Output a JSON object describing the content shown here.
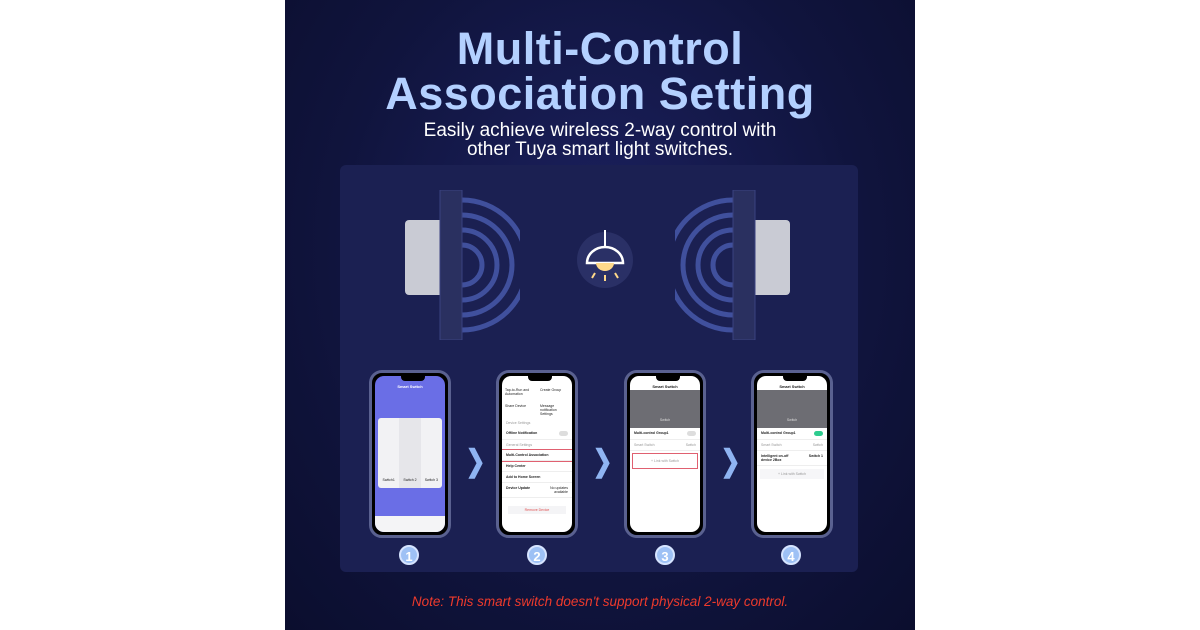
{
  "title_line1": "Multi-Control",
  "title_line2": "Association Setting",
  "subtitle_line1": "Easily achieve wireless 2-way control with",
  "subtitle_line2": "other Tuya smart light switches.",
  "steps": [
    "1",
    "2",
    "3",
    "4"
  ],
  "phone1": {
    "title": "Smart Switch",
    "gangs": [
      "Switch1",
      "Switch 2",
      "Switch 3"
    ]
  },
  "phone2": {
    "items": [
      "Tap-to-Run and Automation",
      "Create Group",
      "Share Device",
      "Message notification Settings"
    ],
    "section1": "Device Settings",
    "offline": "Offline Notification",
    "section2": "General Settings",
    "multi": "Multi-Control Association",
    "help": "Help Center",
    "home": "Add to Home Screen",
    "update": "Device Update",
    "update_status": "No updates available",
    "remove": "Remove Device"
  },
  "phone3": {
    "title": "Smart Switch",
    "device": "Switch",
    "group": "Multi-control Group1",
    "member": "Smart Switch",
    "member_val": "Switch",
    "link": "+ Link with Switch"
  },
  "phone4": {
    "title": "Smart Switch",
    "device": "Switch",
    "group": "Multi-control Group1",
    "member": "Smart Switch",
    "member_val": "Switch",
    "linked": "Intelligent on-off device 2Box",
    "linked_val": "Switch 1",
    "link": "+ Link with Switch"
  },
  "note": "Note: This smart switch doesn't support physical 2-way control.",
  "colors": {
    "title": "#b3d0ff",
    "note": "#ee3a2c",
    "toggle_on": "#2ecc8f"
  }
}
